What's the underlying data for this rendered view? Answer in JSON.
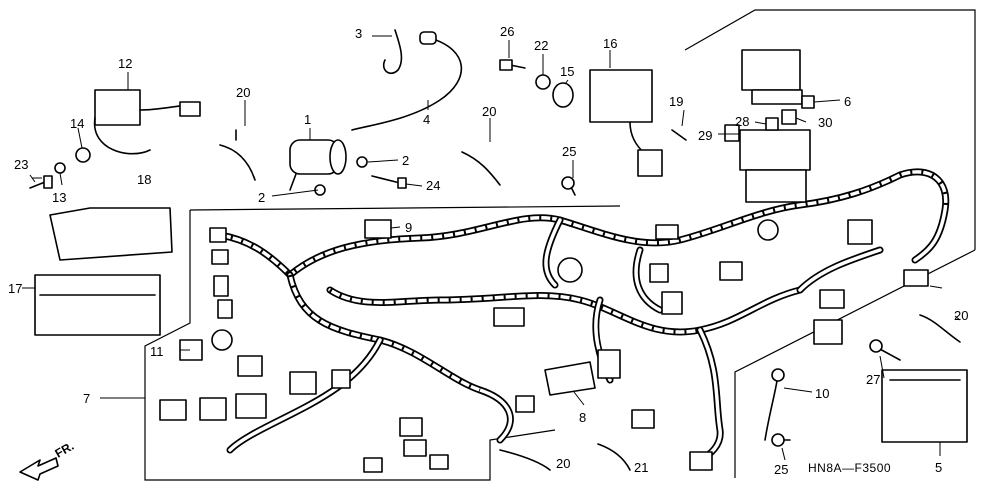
{
  "diagram": {
    "code": "HN8A—F3500",
    "direction_label": "FR.",
    "callouts": [
      {
        "id": "c1",
        "text": "1"
      },
      {
        "id": "c2a",
        "text": "2"
      },
      {
        "id": "c2b",
        "text": "2"
      },
      {
        "id": "c3",
        "text": "3"
      },
      {
        "id": "c4",
        "text": "4"
      },
      {
        "id": "c5",
        "text": "5"
      },
      {
        "id": "c6",
        "text": "6"
      },
      {
        "id": "c7",
        "text": "7"
      },
      {
        "id": "c8",
        "text": "8"
      },
      {
        "id": "c9",
        "text": "9"
      },
      {
        "id": "c10",
        "text": "10"
      },
      {
        "id": "c11",
        "text": "11"
      },
      {
        "id": "c12",
        "text": "12"
      },
      {
        "id": "c13",
        "text": "13"
      },
      {
        "id": "c14",
        "text": "14"
      },
      {
        "id": "c15",
        "text": "15"
      },
      {
        "id": "c16",
        "text": "16"
      },
      {
        "id": "c17",
        "text": "17"
      },
      {
        "id": "c18",
        "text": "18"
      },
      {
        "id": "c19",
        "text": "19"
      },
      {
        "id": "c20a",
        "text": "20"
      },
      {
        "id": "c20b",
        "text": "20"
      },
      {
        "id": "c20c",
        "text": "20"
      },
      {
        "id": "c20d",
        "text": "20"
      },
      {
        "id": "c21",
        "text": "21"
      },
      {
        "id": "c22",
        "text": "22"
      },
      {
        "id": "c23",
        "text": "23"
      },
      {
        "id": "c24",
        "text": "24"
      },
      {
        "id": "c25a",
        "text": "25"
      },
      {
        "id": "c25b",
        "text": "25"
      },
      {
        "id": "c26",
        "text": "26"
      },
      {
        "id": "c27",
        "text": "27"
      },
      {
        "id": "c28",
        "text": "28"
      },
      {
        "id": "c29",
        "text": "29"
      },
      {
        "id": "c30",
        "text": "30"
      }
    ]
  }
}
